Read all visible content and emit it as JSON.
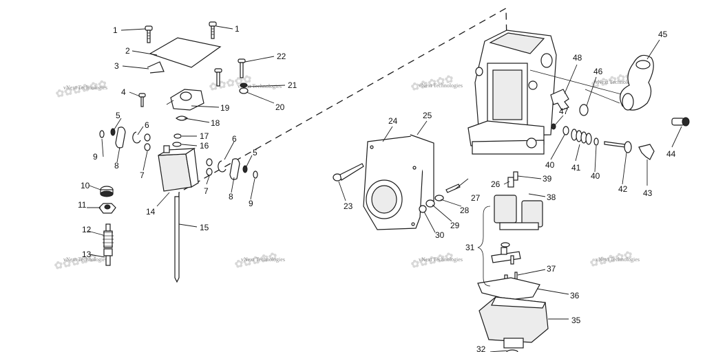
{
  "watermark": {
    "text": "vNext Technologies"
  },
  "callouts": {
    "c1a": "1",
    "c1b": "1",
    "c2": "2",
    "c3": "3",
    "c4": "4",
    "c5a": "5",
    "c5b": "5",
    "c6a": "6",
    "c6b": "6",
    "c7a": "7",
    "c7b": "7",
    "c8a": "8",
    "c8b": "8",
    "c9a": "9",
    "c9b": "9",
    "c10": "10",
    "c11": "11",
    "c12": "12",
    "c13": "13",
    "c14": "14",
    "c15": "15",
    "c16": "16",
    "c17": "17",
    "c18": "18",
    "c19": "19",
    "c20": "20",
    "c21": "21",
    "c22": "22",
    "c23": "23",
    "c24": "24",
    "c25": "25",
    "c26": "26",
    "c27": "27",
    "c28": "28",
    "c29": "29",
    "c30": "30",
    "c31": "31",
    "c32": "32",
    "c35": "35",
    "c36": "36",
    "c37": "37",
    "c38": "38",
    "c39": "39",
    "c40a": "40",
    "c40b": "40",
    "c41": "41",
    "c42": "42",
    "c43": "43",
    "c44": "44",
    "c45": "45",
    "c46": "46",
    "c47": "47",
    "c48": "48"
  }
}
